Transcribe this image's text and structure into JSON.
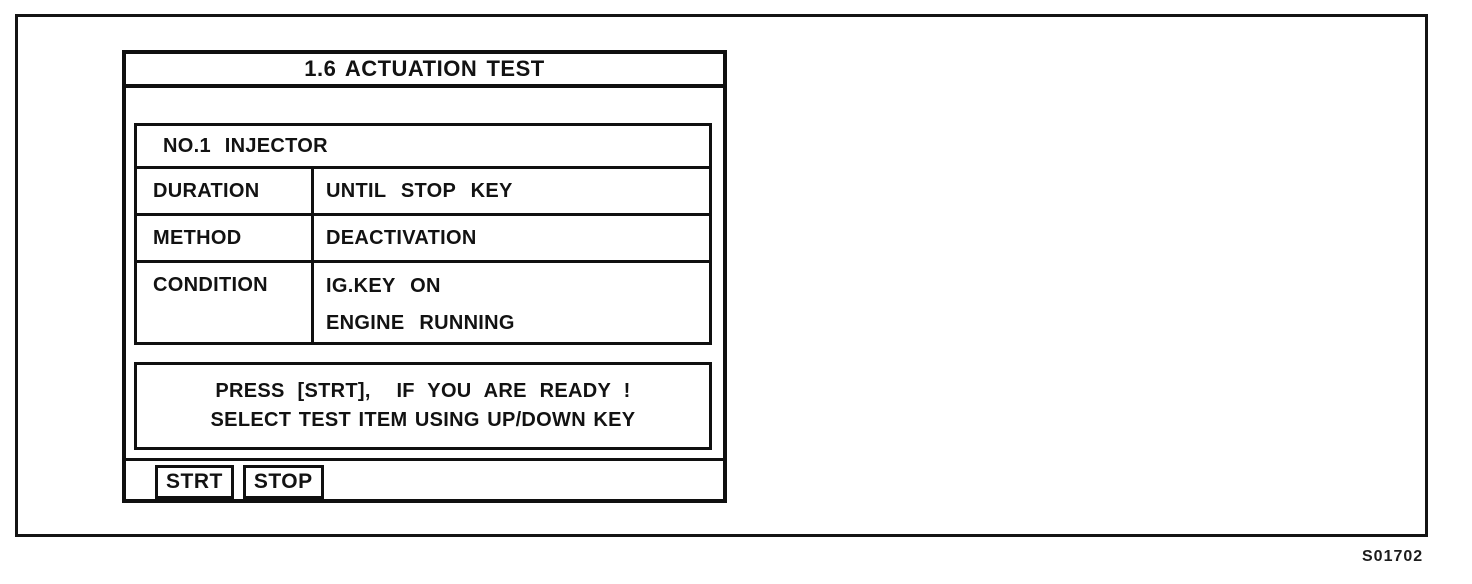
{
  "figure": {
    "code": "S01702"
  },
  "screen": {
    "title": "1.6 ACTUATION TEST",
    "test_item": "NO.1 INJECTOR",
    "table": {
      "rows": [
        {
          "label": "DURATION",
          "value": "UNTIL STOP KEY"
        },
        {
          "label": "METHOD",
          "value": "DEACTIVATION"
        },
        {
          "label": "CONDITION",
          "value_line1": "IG.KEY ON",
          "value_line2": "ENGINE RUNNING"
        }
      ]
    },
    "message": {
      "line1": "PRESS [STRT],  IF YOU ARE READY !",
      "line2": "SELECT TEST ITEM USING UP/DOWN KEY"
    },
    "buttons": [
      {
        "label": "STRT"
      },
      {
        "label": "STOP"
      }
    ],
    "colors": {
      "ink": "#121212",
      "background": "#ffffff"
    }
  }
}
